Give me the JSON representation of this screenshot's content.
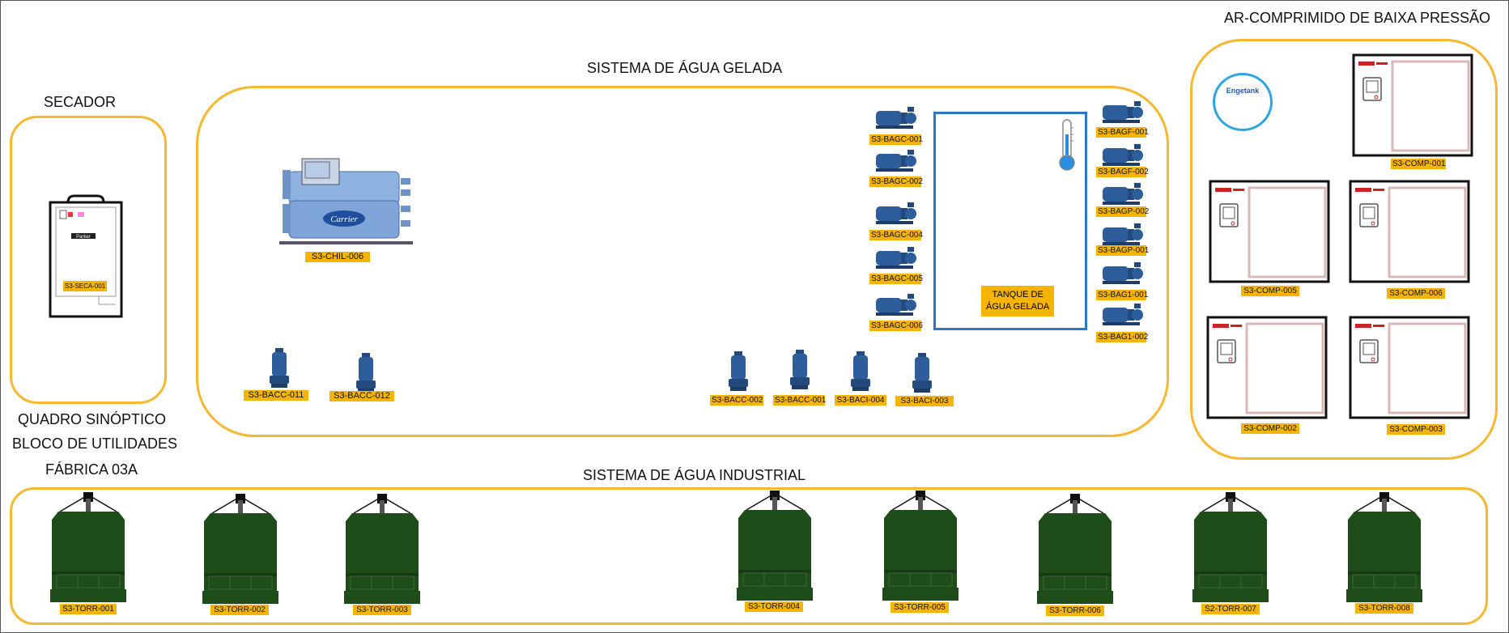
{
  "sections": {
    "secador": "SECADOR",
    "agua_gelada": "SISTEMA DE ÁGUA GELADA",
    "ar_comprimido": "AR-COMPRIMIDO DE BAIXA PRESSÃO",
    "agua_industrial": "SISTEMA DE ÁGUA INDUSTRIAL",
    "quadro_line1": "QUADRO SINÓPTICO",
    "quadro_line2": "BLOCO DE UTILIDADES",
    "quadro_line3": "FÁBRICA 03A"
  },
  "dryer": {
    "tag": "S3-SECA-001",
    "brand": "Parker"
  },
  "chiller": {
    "tag": "S3-CHIL-006",
    "brand": "Carrier"
  },
  "tank": {
    "label": "TANQUE DE\nÁGUA GELADA"
  },
  "engetank": {
    "label": "Engetank"
  },
  "pumps_bagc": [
    "S3-BAGC-001",
    "S3-BAGC-002",
    "S3-BAGC-004",
    "S3-BAGC-005",
    "S3-BAGC-006"
  ],
  "pumps_right": [
    "S3-BAGF-001",
    "S3-BAGF-002",
    "S3-BAGP-002",
    "S3-BAGP-001",
    "S3-BAG1-001",
    "S3-BAG1-002"
  ],
  "pumps_vertical": [
    "S3-BACC-011",
    "S3-BACC-012",
    "S3-BACC-002",
    "S3-BACC-001",
    "S3-BACI-004",
    "S3-BACI-003"
  ],
  "compressors": [
    "S3-COMP-001",
    "S3-COMP-005",
    "S3-COMP-006",
    "S3-COMP-002",
    "S3-COMP-003"
  ],
  "towers": [
    "S3-TORR-001",
    "S3-TORR-002",
    "S3-TORR-003",
    "S3-TORR-004",
    "S3-TORR-005",
    "S3-TORR-006",
    "S2-TORR-007",
    "S3-TORR-008"
  ],
  "colors": {
    "panel": "#f5b82e",
    "tag": "#f4b400",
    "tower": "#1f4d1a",
    "pump": "#2d5d9a",
    "tank": "#2a77c9"
  }
}
